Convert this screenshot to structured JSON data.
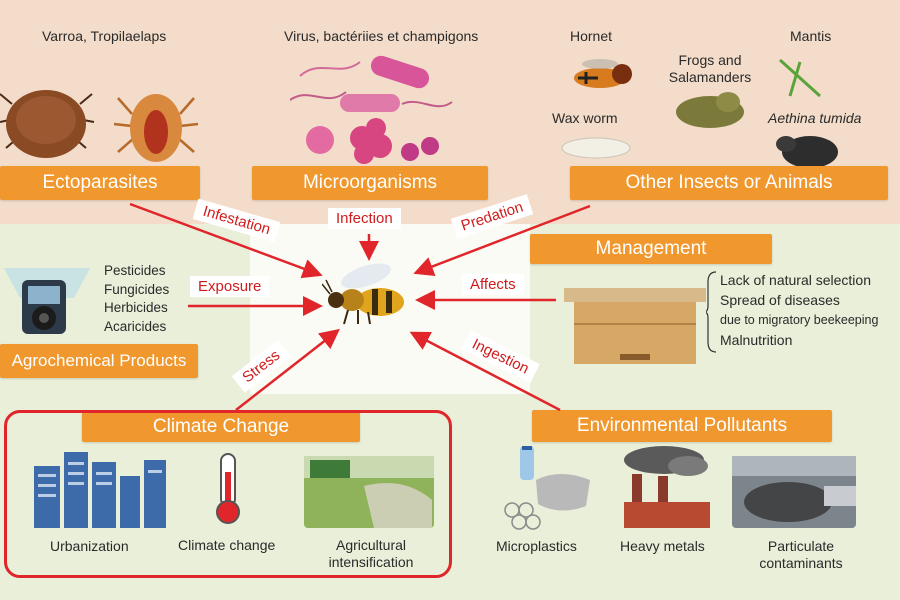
{
  "top": {
    "mites_label": "Varroa, Tropilaelaps",
    "micro_label": "Virus, bactériies et champigons",
    "hornet": "Hornet",
    "frogs": "Frogs and Salamanders",
    "mantis": "Mantis",
    "wax_worm": "Wax worm",
    "aethina": "Aethina tumida"
  },
  "banners": {
    "ectoparasites": "Ectoparasites",
    "microorganisms": "Microorganisms",
    "other": "Other Insects or Animals",
    "management": "Management",
    "agro": "Agrochemical Products",
    "climate": "Climate Change",
    "env": "Environmental Pollutants"
  },
  "arrows": {
    "infestation": "Infestation",
    "infection": "Infection",
    "predation": "Predation",
    "exposure": "Exposure",
    "affects": "Affects",
    "stress": "Stress",
    "ingestion": "Ingestion"
  },
  "agro_list": [
    "Pesticides",
    "Fungicides",
    "Herbicides",
    "Acaricides"
  ],
  "management_list": [
    "Lack of natural selection",
    "Spread of diseases",
    "due to migratory beekeeping",
    "Malnutrition"
  ],
  "climate_items": [
    "Urbanization",
    "Climate change",
    "Agricultural intensification"
  ],
  "env_items": [
    "Microplastics",
    "Heavy metals",
    "Particulate contaminants"
  ],
  "colors": {
    "banner": "#f0982e",
    "arrow": "#e0262b",
    "top_bg": "#f3dcc9",
    "bottom_bg": "#e9efd9"
  }
}
